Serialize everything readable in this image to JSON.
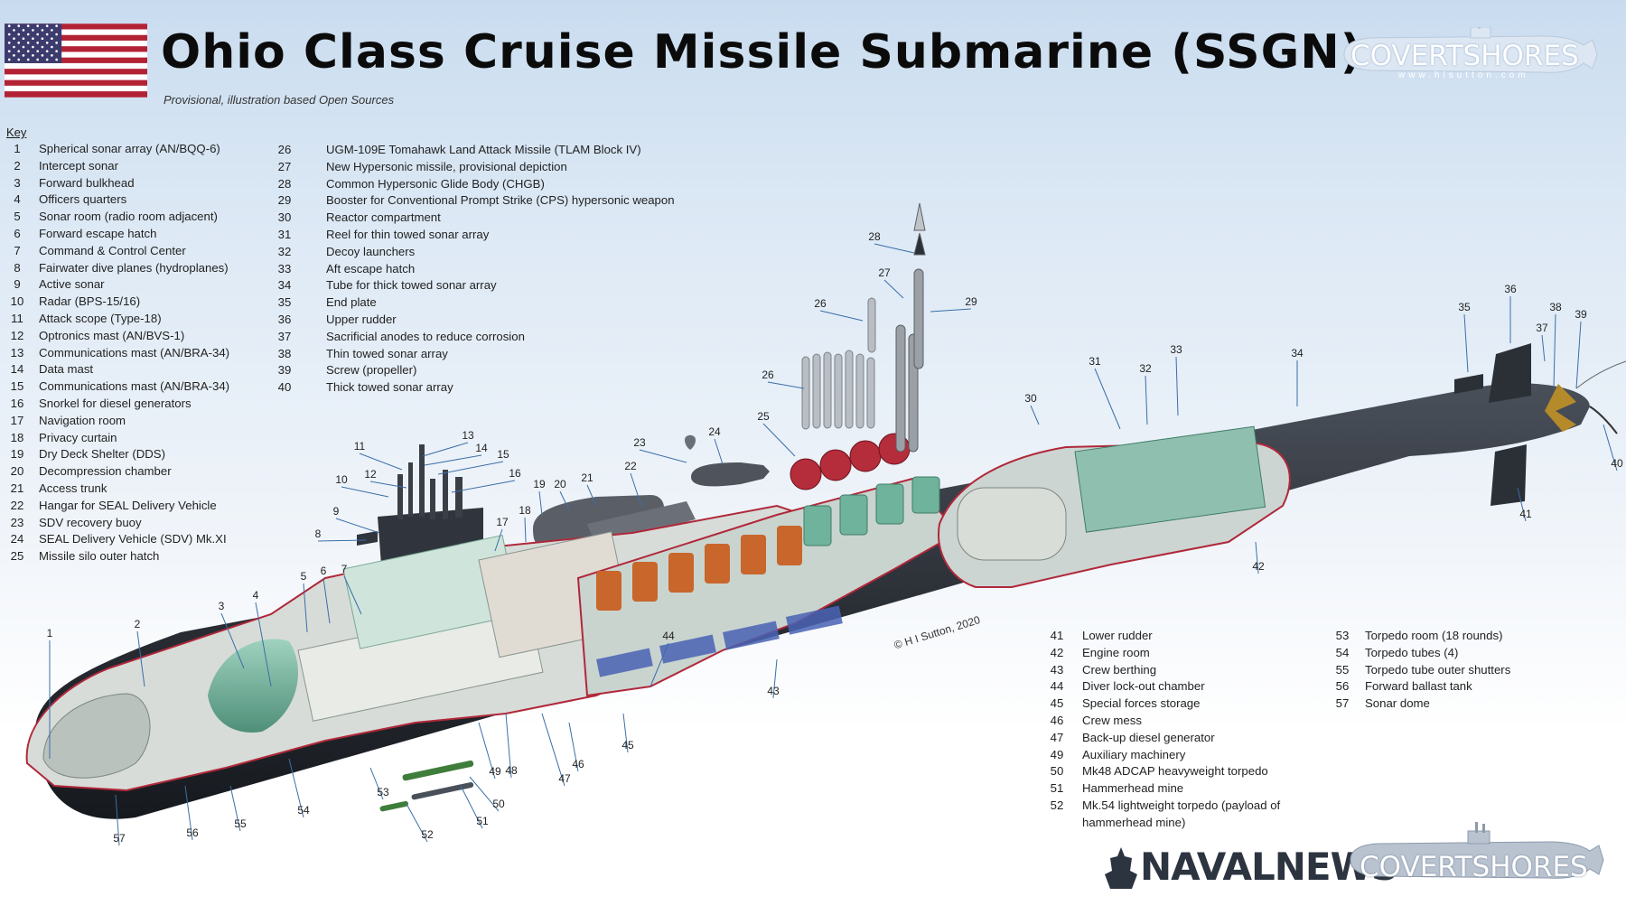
{
  "title": "Ohio Class Cruise Missile Submarine (SSGN)",
  "subtitle": "Provisional, illustration based Open Sources",
  "key_heading": "Key",
  "copyright": "© H I Sutton, 2020",
  "logos": {
    "covertshores": "COVERTSHORES",
    "covertshores_url": "www.hisutton.com",
    "navalnews": "NAVALNEWS"
  },
  "colors": {
    "hull": "#2b2f36",
    "interior_green": "#6fb39c",
    "silo_orange": "#c8662c",
    "cutaway_edge": "#b0283a",
    "leader_line": "#3a6fa8"
  },
  "key_columns": [
    [
      {
        "num": "1",
        "label": "Spherical sonar array (AN/BQQ-6)"
      },
      {
        "num": "2",
        "label": "Intercept sonar"
      },
      {
        "num": "3",
        "label": "Forward bulkhead"
      },
      {
        "num": "4",
        "label": "Officers quarters"
      },
      {
        "num": "5",
        "label": "Sonar room (radio room adjacent)"
      },
      {
        "num": "6",
        "label": "Forward escape hatch"
      },
      {
        "num": "7",
        "label": "Command & Control Center"
      },
      {
        "num": "8",
        "label": "Fairwater dive planes (hydroplanes)"
      },
      {
        "num": "9",
        "label": "Active sonar"
      },
      {
        "num": "10",
        "label": "Radar (BPS-15/16)"
      },
      {
        "num": "11",
        "label": "Attack scope (Type-18)"
      },
      {
        "num": "12",
        "label": "Optronics mast (AN/BVS-1)"
      },
      {
        "num": "13",
        "label": "Communications mast (AN/BRA-34)"
      },
      {
        "num": "14",
        "label": "Data mast"
      },
      {
        "num": "15",
        "label": "Communications mast (AN/BRA-34)"
      },
      {
        "num": "16",
        "label": "Snorkel for diesel generators"
      },
      {
        "num": "17",
        "label": "Navigation room"
      },
      {
        "num": "18",
        "label": "Privacy curtain"
      },
      {
        "num": "19",
        "label": "Dry Deck Shelter (DDS)"
      },
      {
        "num": "20",
        "label": "Decompression chamber"
      },
      {
        "num": "21",
        "label": "Access trunk"
      },
      {
        "num": "22",
        "label": "Hangar for SEAL Delivery Vehicle"
      },
      {
        "num": "23",
        "label": "SDV recovery buoy"
      },
      {
        "num": "24",
        "label": "SEAL Delivery Vehicle (SDV) Mk.XI"
      },
      {
        "num": "25",
        "label": "Missile silo outer hatch"
      }
    ],
    [
      {
        "num": "26",
        "label": "UGM-109E Tomahawk Land Attack Missile (TLAM Block IV)"
      },
      {
        "num": "27",
        "label": "New Hypersonic missile, provisional depiction"
      },
      {
        "num": "28",
        "label": "Common Hypersonic Glide Body (CHGB)"
      },
      {
        "num": "29",
        "label": "Booster for Conventional Prompt Strike (CPS) hypersonic weapon"
      },
      {
        "num": "30",
        "label": "Reactor compartment"
      },
      {
        "num": "31",
        "label": "Reel for thin towed sonar array"
      },
      {
        "num": "32",
        "label": "Decoy launchers"
      },
      {
        "num": "33",
        "label": "Aft escape hatch"
      },
      {
        "num": "34",
        "label": "Tube for thick towed sonar array"
      },
      {
        "num": "35",
        "label": "End plate"
      },
      {
        "num": "36",
        "label": "Upper rudder"
      },
      {
        "num": "37",
        "label": "Sacrificial anodes to reduce corrosion"
      },
      {
        "num": "38",
        "label": "Thin towed sonar array"
      },
      {
        "num": "39",
        "label": "Screw (propeller)"
      },
      {
        "num": "40",
        "label": "Thick towed sonar array"
      }
    ],
    [
      {
        "num": "41",
        "label": "Lower rudder"
      },
      {
        "num": "42",
        "label": "Engine room"
      },
      {
        "num": "43",
        "label": "Crew berthing"
      },
      {
        "num": "44",
        "label": "Diver lock-out chamber"
      },
      {
        "num": "45",
        "label": "Special forces storage"
      },
      {
        "num": "46",
        "label": "Crew mess"
      },
      {
        "num": "47",
        "label": "Back-up diesel generator"
      },
      {
        "num": "49",
        "label": "Auxiliary machinery"
      },
      {
        "num": "50",
        "label": "Mk48 ADCAP heavyweight torpedo"
      },
      {
        "num": "51",
        "label": "Hammerhead mine"
      },
      {
        "num": "52",
        "label": "Mk.54 lightweight torpedo (payload of"
      },
      {
        "num": "",
        "label": "hammerhead mine)"
      }
    ],
    [
      {
        "num": "53",
        "label": "Torpedo room (18 rounds)"
      },
      {
        "num": "54",
        "label": "Torpedo tubes (4)"
      },
      {
        "num": "55",
        "label": "Torpedo tube outer shutters"
      },
      {
        "num": "56",
        "label": "Forward ballast tank"
      },
      {
        "num": "57",
        "label": "Sonar dome"
      }
    ]
  ],
  "callouts": [
    "1",
    "2",
    "3",
    "4",
    "5",
    "6",
    "7",
    "8",
    "9",
    "10",
    "11",
    "12",
    "13",
    "14",
    "15",
    "16",
    "17",
    "18",
    "19",
    "20",
    "21",
    "22",
    "23",
    "24",
    "25",
    "26",
    "26",
    "27",
    "28",
    "29",
    "30",
    "31",
    "32",
    "33",
    "34",
    "35",
    "36",
    "37",
    "38",
    "39",
    "40",
    "41",
    "42",
    "43",
    "44",
    "45",
    "46",
    "47",
    "48",
    "49",
    "50",
    "51",
    "52",
    "53",
    "54",
    "55",
    "56",
    "57"
  ]
}
